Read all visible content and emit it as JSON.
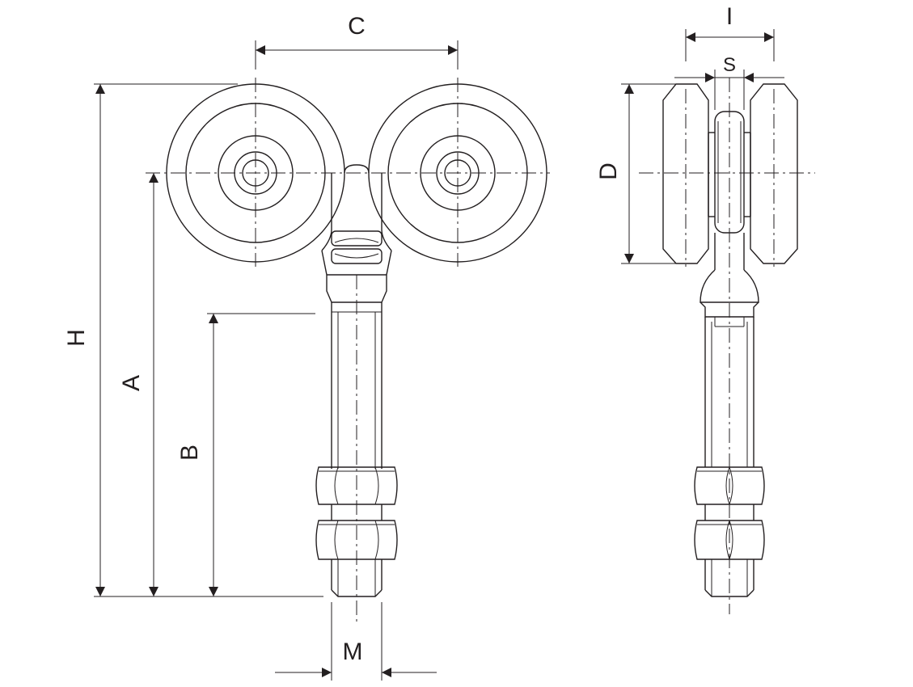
{
  "dimensions": {
    "H": "H",
    "A": "A",
    "B": "B",
    "C": "C",
    "M": "M",
    "D": "D",
    "I": "I",
    "S": "S"
  },
  "colors": {
    "line": "#231f20",
    "background": "#ffffff"
  }
}
